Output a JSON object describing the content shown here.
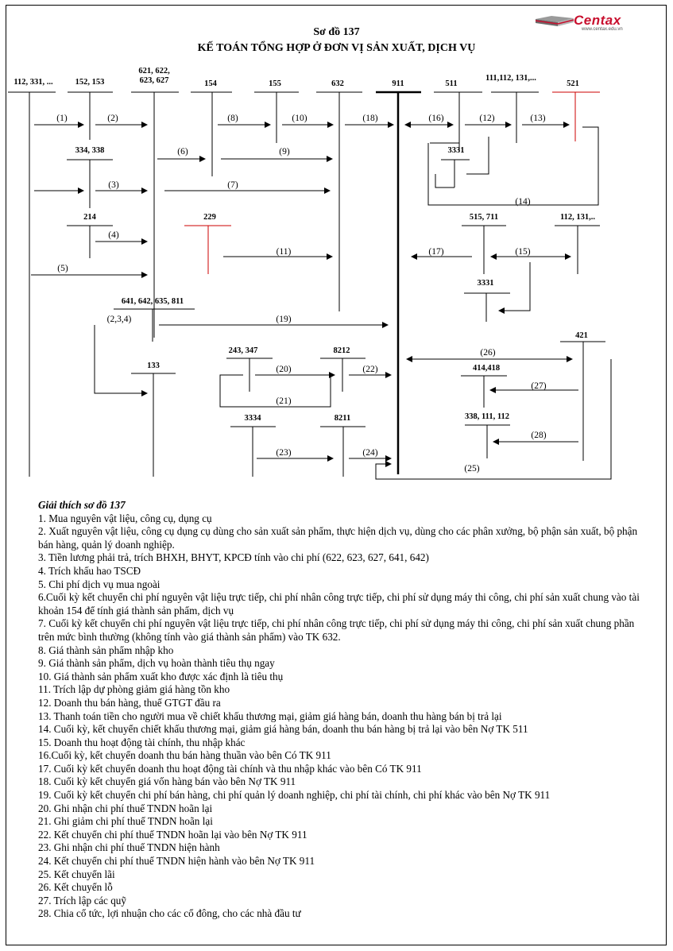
{
  "header": {
    "brand": "Centax",
    "website": "www.centax.edu.vn",
    "title_line1": "Sơ đồ 137",
    "title_line2": "KẾ TOÁN TỔNG HỢP Ở ĐƠN VỊ SẢN XUẤT, DỊCH VỤ"
  },
  "accounts": {
    "a112": "112, 331, ...",
    "a152": "152, 153",
    "a621a": "621, 622,",
    "a621b": "623, 627",
    "a154": "154",
    "a155": "155",
    "a632": "632",
    "a911": "911",
    "a511": "511",
    "a111": "111,112, 131,...",
    "a521": "521",
    "a334": "334, 338",
    "a3331a": "3331",
    "a214": "214",
    "a229": "229",
    "a515": "515, 711",
    "a112b": "112, 131,..",
    "a3331b": "3331",
    "a641": "641, 642, 635, 811",
    "a421": "421",
    "a133": "133",
    "a243": "243, 347",
    "a8212": "8212",
    "a414": "414,418",
    "a3334": "3334",
    "a8211": "8211",
    "a338": "338, 111, 112"
  },
  "arrows": {
    "l1": "(1)",
    "l2": "(2)",
    "l3": "(3)",
    "l4": "(4)",
    "l5": "(5)",
    "l6": "(6)",
    "l7": "(7)",
    "l8": "(8)",
    "l9": "(9)",
    "l10": "(10)",
    "l11": "(11)",
    "l12": "(12)",
    "l13": "(13)",
    "l14": "(14)",
    "l15": "(15)",
    "l16": "(16)",
    "l17": "(17)",
    "l18": "(18)",
    "l19": "(19)",
    "l20": "(20)",
    "l21": "(21)",
    "l22": "(22)",
    "l23": "(23)",
    "l24": "(24)",
    "l25": "(25)",
    "l26": "(26)",
    "l27": "(27)",
    "l28": "(28)",
    "l234": "(2,3,4)"
  },
  "legend": {
    "title": "Giải thích sơ đồ 137",
    "items": [
      "1. Mua nguyên vật liệu, công cụ, dụng cụ",
      "2. Xuất nguyên vật liệu, công cụ dụng cụ dùng cho sản xuất sản phẩm, thực hiện dịch vụ, dùng cho các phân xưởng, bộ phận sản xuất, bộ phận bán hàng, quản lý doanh nghiệp.",
      "3. Tiền lương phải trả, trích BHXH, BHYT, KPCĐ tính vào chi phí (622, 623, 627, 641, 642)",
      "4. Trích khấu hao TSCĐ",
      "5. Chi phí dịch vụ mua ngoài",
      "6.Cuối kỳ kết chuyển chi phí nguyên vật liệu trực tiếp, chi phí nhân công trực tiếp, chi phí sử dụng máy thi công, chi phí sản xuất chung vào tài khoản 154 để tính giá thành sản phẩm, dịch vụ",
      "7. Cuối kỳ kết chuyển chi phí nguyên vật liệu trực tiếp, chi phí nhân công trực tiếp, chi phí sử dụng máy thi công, chi phí sản xuất chung phần trên mức bình thường (không tính vào giá thành sản phẩm) vào TK 632.",
      "8. Giá thành sản phẩm nhập kho",
      "9. Giá thành sản phẩm, dịch vụ hoàn thành tiêu thụ ngay",
      "10. Giá thành sản phẩm xuất kho được xác định là tiêu thụ",
      "11. Trích lập dự phòng giảm giá hàng tồn kho",
      "12. Doanh thu bán hàng, thuế GTGT đầu ra",
      "13. Thanh toán tiền cho người mua về chiết khấu thương mại, giảm giá hàng bán, doanh thu hàng bán bị trả lại",
      "14. Cuối kỳ, kết chuyển chiết khấu thương mại, giảm giá hàng bán, doanh thu bán hàng bị trả lại vào bên Nợ TK 511",
      "15. Doanh thu hoạt động tài chính, thu nhập khác",
      "16.Cuối kỳ, kết chuyển doanh thu bán hàng thuần vào bên Có TK 911",
      "17. Cuối kỳ kết chuyển doanh thu hoạt động tài chính và thu nhập khác vào bên Có TK 911",
      "18. Cuối kỳ kết chuyển giá vốn hàng bán vào bên Nợ TK 911",
      "19. Cuối kỳ kết chuyển chi phí bán hàng, chi phí quản lý doanh nghiệp, chi phí tài chính, chi phí khác vào bên Nợ TK 911",
      "20. Ghi nhận chi phí thuế TNDN hoãn lại",
      "21. Ghi giảm chi phí thuế TNDN hoãn lại",
      "22. Kết chuyển chi phí thuế TNDN hoãn lại vào bên Nợ TK 911",
      "23. Ghi nhận chi phí thuế TNDN hiện hành",
      "24. Kết chuyển chi phí thuế TNDN hiện hành vào bên Nợ TK 911",
      "25. Kết chuyển lãi",
      "26. Kết chuyển lỗ",
      "27. Trích lập các quỹ",
      "28. Chia cổ tức, lợi nhuận cho các cổ đông, cho các nhà đầu tư"
    ]
  }
}
